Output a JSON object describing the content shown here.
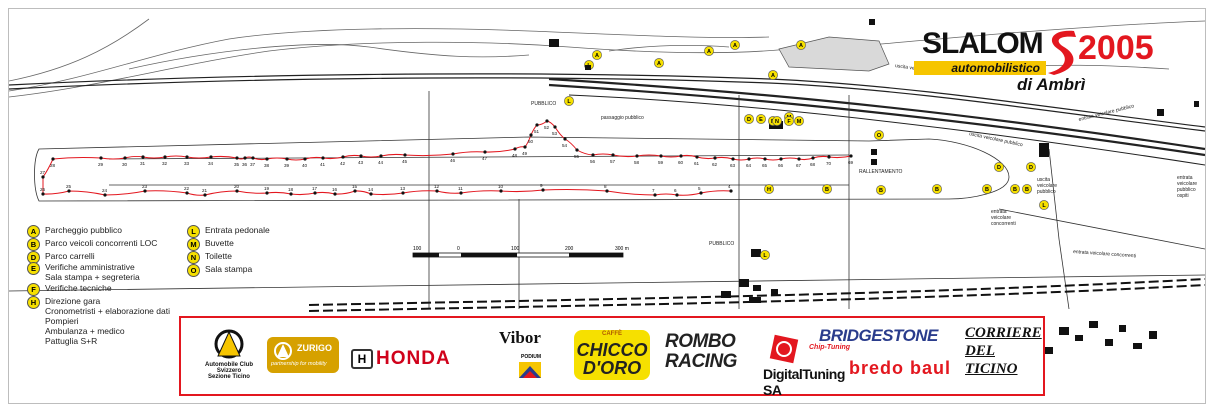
{
  "title": {
    "brand": "SLALOM",
    "subtitle": "automobilistico",
    "place": "di Ambrì",
    "year": "2005"
  },
  "colors": {
    "route": "#e3171f",
    "marker_yellow": "#f6e000",
    "title_red": "#e3171f",
    "title_yellow": "#f6c500"
  },
  "map_labels": {
    "pubblico_1": "PUBBLICO",
    "passaggio": "passaggio pubblico",
    "pubblico_2": "PUBBLICO",
    "rallentamento": "RALLENTAMENTO",
    "uscita_pubblico": "uscita veicolare pubblico",
    "uscita_pubblico_2": "uscita veicolare pubblico",
    "entrata_pubblico": "entrata veicolare pubblico",
    "entrata_pubblico_ospiti": "entrata\nveicolare\npubblico\nospiti",
    "uscita_veicolare_pubblico_3": "uscita\nveicolare\npubblico",
    "entrata_concorrenti": "entrata\nveicolare\nconcorrenti",
    "entrata_concorrenti_2": "entrata veicolare concorrenti"
  },
  "scale": {
    "ticks": [
      "100",
      "0",
      "100",
      "200",
      "300 m"
    ]
  },
  "legend": [
    {
      "code": "A",
      "text": "Parcheggio pubblico"
    },
    {
      "code": "B",
      "text": "Parco veicoli concorrenti LOC"
    },
    {
      "code": "D",
      "text": "Parco carrelli"
    },
    {
      "code": "E",
      "text": "Verifiche amministrative\nSala stampa + segreteria"
    },
    {
      "code": "F",
      "text": "Verifiche tecniche"
    },
    {
      "code": "H",
      "text": "Direzione gara\nCronometristi + elaborazione dati\nPompieri\nAmbulanza + medico\nPattuglia S+R"
    },
    {
      "code": "L",
      "text": "Entrata pedonale"
    },
    {
      "code": "M",
      "text": "Buvette"
    },
    {
      "code": "N",
      "text": "Toilette"
    },
    {
      "code": "O",
      "text": "Sala stampa"
    }
  ],
  "map_markers": [
    {
      "code": "A"
    },
    {
      "code": "A"
    },
    {
      "code": "A"
    },
    {
      "code": "A"
    },
    {
      "code": "A"
    },
    {
      "code": "A"
    },
    {
      "code": "L"
    },
    {
      "code": "L"
    },
    {
      "code": "L"
    },
    {
      "code": "L"
    },
    {
      "code": "N"
    },
    {
      "code": "M"
    },
    {
      "code": "D"
    },
    {
      "code": "E"
    },
    {
      "code": "N"
    },
    {
      "code": "F"
    },
    {
      "code": "M"
    },
    {
      "code": "O"
    },
    {
      "code": "H"
    },
    {
      "code": "B"
    },
    {
      "code": "B"
    },
    {
      "code": "B"
    },
    {
      "code": "B"
    },
    {
      "code": "B"
    },
    {
      "code": "B"
    },
    {
      "code": "D"
    },
    {
      "code": "D"
    }
  ],
  "gates": [
    "69",
    "70",
    "68",
    "67",
    "66",
    "65",
    "64",
    "63",
    "62",
    "61",
    "60",
    "59",
    "58",
    "57",
    "56",
    "55",
    "54",
    "53",
    "52",
    "51",
    "50",
    "49",
    "48",
    "47",
    "46",
    "45",
    "44",
    "43",
    "42",
    "41",
    "40",
    "39",
    "38",
    "37",
    "36",
    "35",
    "34",
    "33",
    "32",
    "31",
    "30",
    "29",
    "28",
    "27",
    "26",
    "25",
    "24",
    "23",
    "22",
    "21",
    "20",
    "19",
    "18",
    "17",
    "16",
    "15",
    "14",
    "13",
    "12",
    "11",
    "10",
    "9",
    "8",
    "7",
    "6",
    "5",
    "4",
    "3",
    "2",
    "1"
  ],
  "sponsors": {
    "aci_line1": "Automobile Club Svizzero",
    "aci_line2": "Sezione Ticino",
    "zurigo_name": "ZURIGO",
    "zurigo_slogan": "partnership for mobility",
    "honda": "HONDA",
    "vibor": "Vibor",
    "vibor_sub": "PODIUM",
    "chicco_caffe": "CAFFÈ",
    "chicco_1": "CHICCO",
    "chicco_2": "D'ORO",
    "rombo_1": "ROMBO",
    "rombo_2": "RACING",
    "chip_tuning": "Chip-Tuning",
    "digital": "DigitalTuning SA",
    "bridgestone": "BRIDGESTONE",
    "bredo": "bredo baul",
    "corriere_1": "CORRIERE",
    "corriere_2": "DEL",
    "corriere_3": "TICINO"
  }
}
